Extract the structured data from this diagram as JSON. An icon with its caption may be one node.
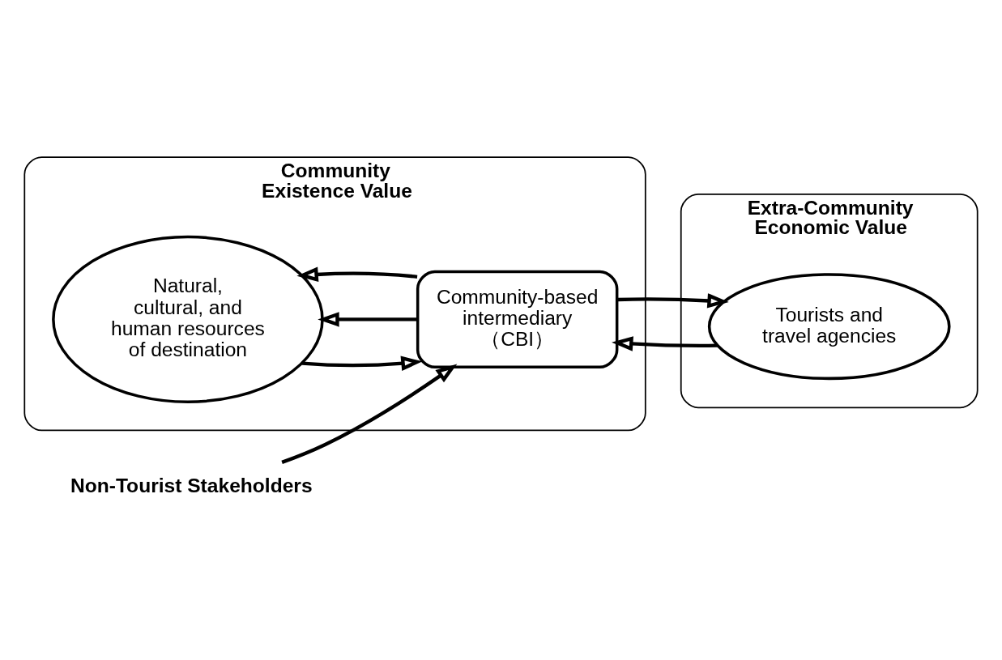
{
  "diagram": {
    "nodes": [
      {
        "text": [
          "Community",
          "Existence Value"
        ]
      },
      {
        "text": [
          "Natural, cultural, and human resources of destination"
        ],
        "in": 0
      },
      {
        "text": [
          "Community-based intermediary",
          "（CBI）"
        ],
        "in": 0
      },
      {
        "text": [
          "Extra-Community",
          "Economic Value"
        ]
      },
      {
        "text": [
          "Tourists and travel agencies"
        ],
        "in": 3
      },
      {
        "text": [
          "Non-Tourist Stakeholders"
        ]
      }
    ],
    "edges": [
      {
        "from": 2,
        "to": 1,
        "arrow": "to"
      },
      {
        "from": 2,
        "to": 1,
        "arrow": "to"
      },
      {
        "from": 1,
        "to": 2,
        "arrow": "to"
      },
      {
        "from": 4,
        "to": 2,
        "arrow": "to"
      },
      {
        "from": 2,
        "to": 4,
        "arrow": "to"
      },
      {
        "from": 5,
        "to": 2,
        "arrow": "to"
      }
    ]
  }
}
